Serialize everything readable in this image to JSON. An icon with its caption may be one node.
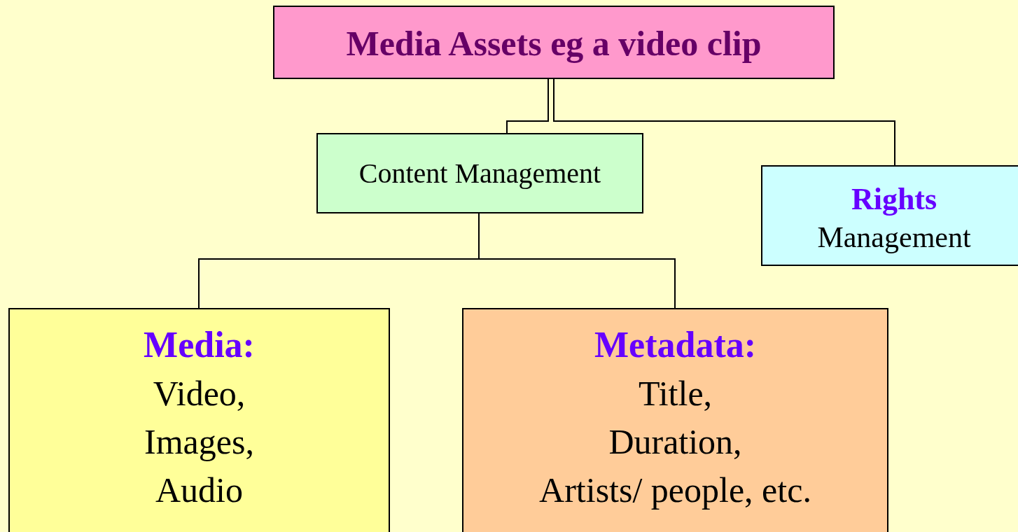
{
  "diagram": {
    "nodes": [
      {
        "text": [
          "Media Assets eg a video clip"
        ]
      },
      {
        "text": [
          "Content Management"
        ]
      },
      {
        "text": [
          "Rights",
          "Management"
        ]
      },
      {
        "text": [
          "Media:",
          "Video,",
          "Images,",
          "Audio"
        ]
      },
      {
        "text": [
          "Metadata:",
          "Title,",
          "Duration,",
          "Artists/ people, etc."
        ]
      }
    ],
    "edges": [
      {
        "from": 0,
        "to": 1,
        "arrow": "none"
      },
      {
        "from": 0,
        "to": 2,
        "arrow": "none"
      },
      {
        "from": 1,
        "to": 3,
        "arrow": "none"
      },
      {
        "from": 1,
        "to": 4,
        "arrow": "none"
      }
    ]
  }
}
